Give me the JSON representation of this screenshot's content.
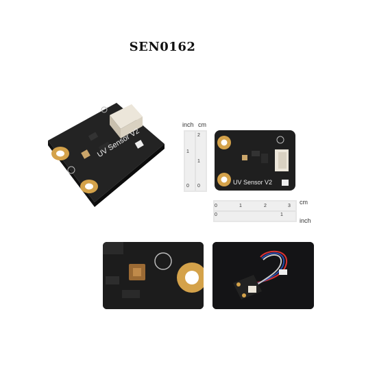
{
  "title": "SEN0162",
  "board": {
    "silkscreen": "UV Sensor V2"
  },
  "rulers": {
    "vertical_unit_left": "inch",
    "vertical_unit_right": "cm",
    "horizontal_unit_top": "cm",
    "horizontal_unit_bottom": "inch",
    "cm_ticks": [
      "0",
      "1",
      "2",
      "3"
    ],
    "inch_ticks": [
      "0",
      "1"
    ],
    "vertical_cm_ticks": [
      "0",
      "1",
      "2"
    ],
    "vertical_inch_ticks": [
      "0",
      "1"
    ]
  },
  "colors": {
    "board": "#1f1f1f",
    "gold": "#d4a24a",
    "connector": "#ece6da",
    "ruler": "#e6e6e6",
    "dark_bg": "#141416"
  }
}
